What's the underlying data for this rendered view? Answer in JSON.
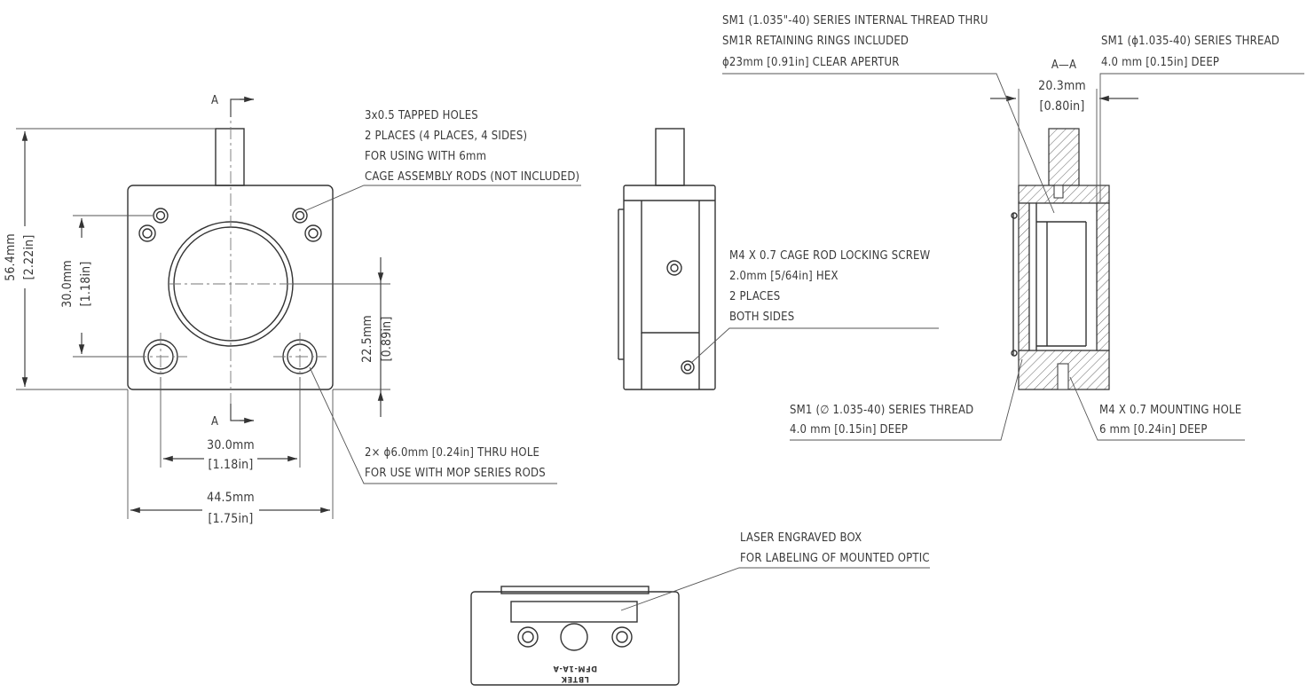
{
  "section_marks": {
    "top": "A",
    "bottom": "A",
    "section_title": "A—A"
  },
  "front_view": {
    "height_dim": {
      "mm": "56.4mm",
      "in": "[2.22in]"
    },
    "hole_spacing_v": {
      "mm": "30.0mm",
      "in": "[1.18in]"
    },
    "center_offset": {
      "mm": "22.5mm",
      "in": "[0.89in]"
    },
    "hole_spacing_h": {
      "mm": "30.0mm",
      "in": "[1.18in]"
    },
    "width_dim": {
      "mm": "44.5mm",
      "in": "[1.75in]"
    }
  },
  "notes": {
    "tapped_holes": [
      "3x0.5 TAPPED HOLES",
      "2 PLACES (4 PLACES, 4 SIDES)",
      "FOR USING WITH 6mm",
      "CAGE ASSEMBLY RODS (NOT INCLUDED)"
    ],
    "thru_hole": [
      "2× ϕ6.0mm [0.24in] THRU HOLE",
      "FOR USE WITH MOP SERIES RODS"
    ],
    "locking_screw": [
      "M4 X 0.7 CAGE ROD LOCKING SCREW",
      "2.0mm [5/64in] HEX",
      "2 PLACES",
      "BOTH SIDES"
    ],
    "internal_thread": [
      "SM1 (1.035\"-40) SERIES INTERNAL THREAD THRU",
      "SM1R RETAINING RINGS INCLUDED",
      "ϕ23mm [0.91in] CLEAR APERTUR"
    ],
    "top_thread": [
      "SM1 (ϕ1.035-40) SERIES THREAD",
      "4.0 mm [0.15in] DEEP"
    ],
    "bottom_thread": [
      "SM1 (∅ 1.035-40) SERIES THREAD",
      "4.0 mm [0.15in] DEEP"
    ],
    "mounting_hole": [
      "M4 X 0.7 MOUNTING HOLE",
      "6 mm [0.24in] DEEP"
    ],
    "engraved_box": [
      "LASER ENGRAVED BOX",
      "FOR LABELING OF MOUNTED OPTIC"
    ]
  },
  "section_view": {
    "depth_dim": {
      "mm": "20.3mm",
      "in": "[0.80in]"
    }
  },
  "engraving": {
    "brand": "LBTEK",
    "model": "DFM-1A-A"
  },
  "colors": {
    "line": "#444444",
    "text": "#3a3a3a",
    "background": "#ffffff"
  }
}
